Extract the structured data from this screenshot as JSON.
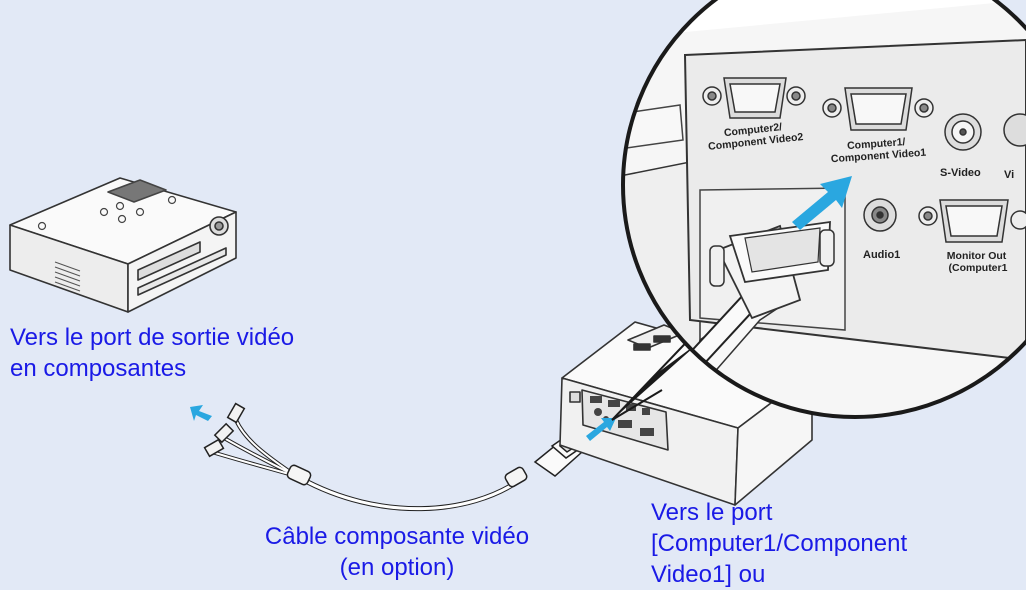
{
  "labels": {
    "source_port": [
      "Vers le port de sortie vidéo",
      "en composantes"
    ],
    "cable": [
      "Câble composante vidéo",
      "(en option)"
    ],
    "target_port": [
      "Vers le port",
      "[Computer1/Component",
      "Video1] ou"
    ]
  },
  "ports": {
    "computer2": [
      "Computer2/",
      "Component Video2"
    ],
    "computer1": [
      "Computer1/",
      "Component Video1"
    ],
    "svideo": "S-Video",
    "video": "Vi",
    "audio1": "Audio1",
    "monitor_out": [
      "Monitor Out",
      "(Computer1"
    ]
  },
  "colors": {
    "background": "#e2e9f6",
    "text": "#1a1ae6",
    "arrow": "#2aa7e0"
  }
}
